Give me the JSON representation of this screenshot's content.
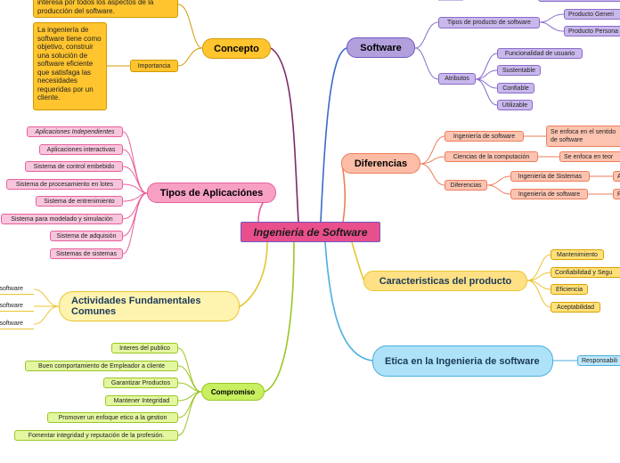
{
  "center": {
    "label": "Ingenieria de Software"
  },
  "concepto": {
    "label": "Concepto",
    "note_top": "interesa por todos los aspectos de la producción del software.",
    "importancia": {
      "label": "Importancia",
      "note": "La ingeniería de software tiene como objetivo, construir una solución de software eficiente que satisfaga las necesidades requeridas por un cliente."
    }
  },
  "tipos": {
    "label": "Tipos de Aplicaciónes",
    "items": [
      "Aplicaciones Independientes",
      "Aplicaciones interactivas",
      "Sistema de control embebido",
      "Sistema de procesamiento en lotes",
      "Sistema de entrenimiento",
      "Sistema para modelado y simulación",
      "Sistema de adquisión",
      "Sistemas de sistemas"
    ]
  },
  "actividades": {
    "label": "Actividades Fundamentales Comunes",
    "items": [
      "l software",
      "l software",
      "l software"
    ]
  },
  "compromiso": {
    "label": "Compromiso",
    "items": [
      "Interes del publico",
      "Buen comportamiento de Empleador  a cliente",
      "Garantizar Productos",
      "Mantener Integridad",
      "Promover un enfoque etico a la gestion",
      "Fomentar integridad y reputación de la profesión."
    ]
  },
  "software": {
    "label": "Software",
    "tipos": {
      "label": "Tipos de producto de software",
      "items": [
        "Producto Generi",
        "Producto Persona"
      ]
    },
    "atributos": {
      "label": "Atributos",
      "items": [
        "Funcionalidad de usuario",
        "Sustentable",
        "Confiable",
        "Utilizable"
      ]
    }
  },
  "diferencias": {
    "label": "Diferencias",
    "ing_software": {
      "label": "Ingeniería de software",
      "detail": "Se enfoca en el sentido de software"
    },
    "ciencias": {
      "label": "Ciencias de la computación",
      "detail": "Se enfoca en teor"
    },
    "sub": {
      "label": "Diferencias",
      "items": [
        "Ingeniería de Sistemas",
        "Ingeniería de software"
      ],
      "details": [
        "A",
        "P"
      ]
    }
  },
  "caracteristicas": {
    "label": "Caracteristicas del producto",
    "items": [
      "Mantenimiento",
      "Confiabilidad y Segu",
      "Eficiencia",
      "Aceptabilidad"
    ]
  },
  "etica": {
    "label": "Etica en la Ingenieria de software",
    "items": [
      "Responsabili"
    ]
  },
  "colors": {
    "center": "#e84f8c",
    "concepto": "#ffc42e",
    "tipos": "#f7a0c4",
    "actividades": "#fff3b0",
    "compromiso": "#c7ef5f",
    "software": "#b2a0dd",
    "diferencias": "#fcbca5",
    "caracteristicas": "#ffe085",
    "etica": "#aee2f8"
  }
}
